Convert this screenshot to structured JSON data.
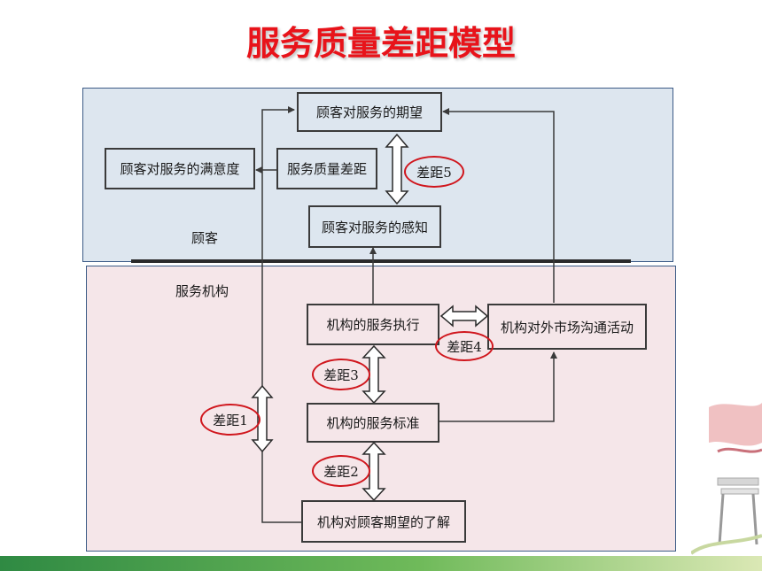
{
  "title": "服务质量差距模型",
  "customer_panel": {
    "label": "顾客"
  },
  "org_panel": {
    "label": "服务机构"
  },
  "nodes": {
    "expectation": "顾客对服务的期望",
    "satisfaction": "顾客对服务的满意度",
    "quality_gap": "服务质量差距",
    "perception": "顾客对服务的感知",
    "delivery": "机构的服务执行",
    "communication": "机构对外市场沟通活动",
    "standards": "机构的服务标准",
    "understanding": "机构对顾客期望的了解"
  },
  "gaps": {
    "gap1": "差距1",
    "gap2": "差距2",
    "gap3": "差距3",
    "gap4": "差距4",
    "gap5": "差距5"
  },
  "colors": {
    "title": "#e8131a",
    "gap_circle": "#d0161d",
    "customer_bg": "#dde6ef",
    "org_bg": "#f5e6e9"
  }
}
